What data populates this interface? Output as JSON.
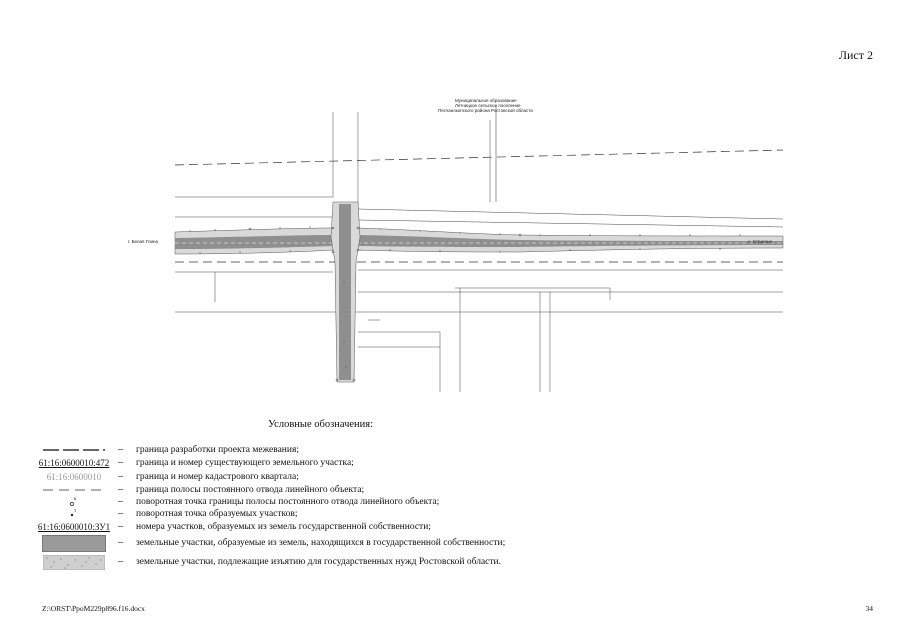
{
  "sheet_label": "Лист 2",
  "plan": {
    "municipality_note": [
      "Муниципальное образование",
      "Летницкое сельское поселение",
      "Песчанокопского района Ростовской области"
    ],
    "left_direction": "г. Белая Глина",
    "right_direction": "с. Строгоно"
  },
  "legend": {
    "title": "Условные обозначения:",
    "dash": "–",
    "items": [
      {
        "symbol": "boundary-line",
        "text": "граница разработки проекта межевания;"
      },
      {
        "symbol": "parcel-number",
        "label": "61:16:0600010:472",
        "text": "граница и номер существующего земельного участка;"
      },
      {
        "symbol": "quarter-number",
        "label": "61:16:0600010",
        "text": "граница и номер кадастрового квартала;"
      },
      {
        "symbol": "dashed-line",
        "text": "граница полосы постоянного отвода линейного объекта;"
      },
      {
        "symbol": "turn-point",
        "text": "поворотная точка границы полосы постоянного отвода линейного объекта;"
      },
      {
        "symbol": "turn-point-small",
        "text": "поворотная точка образуемых участков;"
      },
      {
        "symbol": "new-parcel-number",
        "label": "61:16:0600010:ЗУ1",
        "text": "номера участков, образуемых из земель государственной собственности;"
      },
      {
        "symbol": "grey-fill",
        "text": "земельные участки, образуемые из земель, находящихся в государственной собственности;"
      },
      {
        "symbol": "stipple-fill",
        "text": "земельные участки, подлежащие изъятию для государственных нужд Ростовской области."
      }
    ]
  },
  "footer": {
    "path": "Z:\\ORST\\PpoM229p896.f16.docx",
    "page": "34"
  }
}
